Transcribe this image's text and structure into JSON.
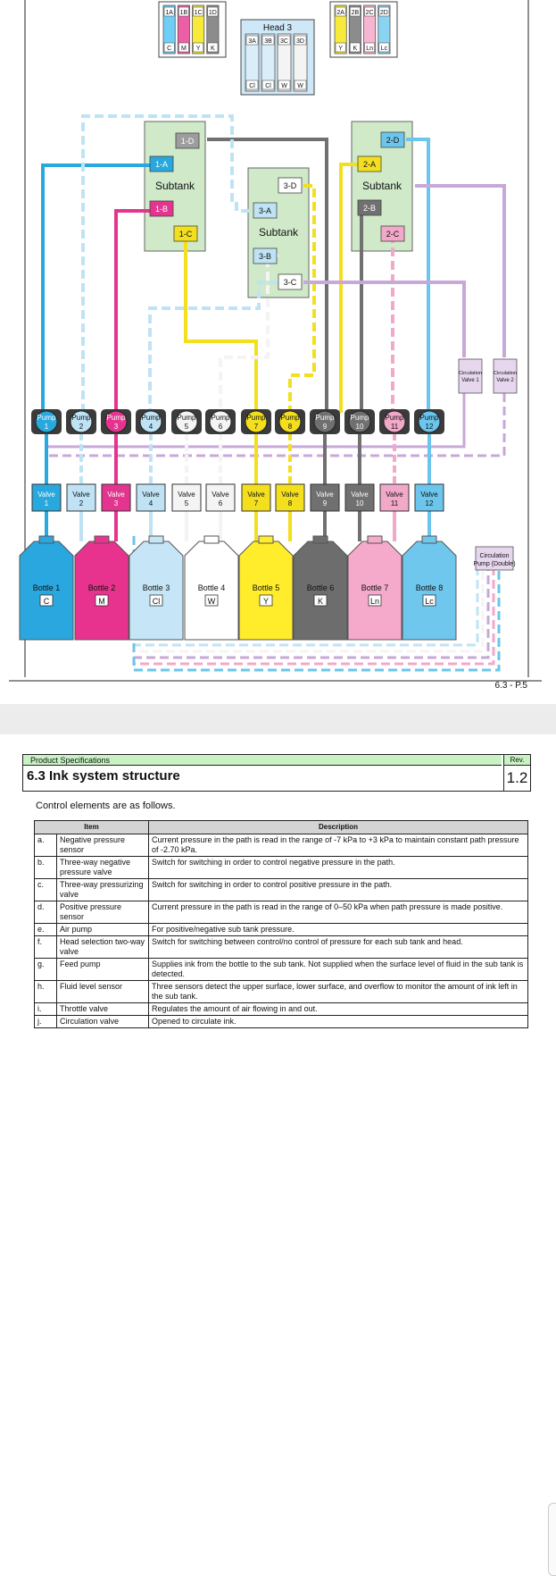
{
  "diagram": {
    "heads": [
      {
        "id": "head1",
        "ports": [
          "1A",
          "1B",
          "1C",
          "1D"
        ],
        "inks": [
          "C",
          "M",
          "Y",
          "K"
        ]
      },
      {
        "id": "head3",
        "title": "Head 3",
        "ports": [
          "3A",
          "3B",
          "3C",
          "3D"
        ],
        "inks": [
          "Cl",
          "Cl",
          "W",
          "W"
        ]
      },
      {
        "id": "head2",
        "ports": [
          "2A",
          "2B",
          "2C",
          "2D"
        ],
        "inks": [
          "Y",
          "K",
          "Ln",
          "Lc"
        ]
      }
    ],
    "subtank_label": "Subtank",
    "port_labels": [
      "1-D",
      "1-A",
      "1-B",
      "1-C",
      "3-D",
      "3-A",
      "3-B",
      "3-C",
      "2-D",
      "2-A",
      "2-B",
      "2-C"
    ],
    "circulation_valves": [
      [
        "Circulation",
        "Valve 1"
      ],
      [
        "Circulation",
        "Valve 2"
      ]
    ],
    "pumps": [
      [
        "Pump",
        "1"
      ],
      [
        "Pump",
        "2"
      ],
      [
        "Pump",
        "3"
      ],
      [
        "Pump",
        "4"
      ],
      [
        "Pump",
        "5"
      ],
      [
        "Pump",
        "6"
      ],
      [
        "Pump",
        "7"
      ],
      [
        "Pump",
        "8"
      ],
      [
        "Pump",
        "9"
      ],
      [
        "Pump",
        "10"
      ],
      [
        "Pump",
        "11"
      ],
      [
        "Pump",
        "12"
      ]
    ],
    "valves": [
      [
        "Valve",
        "1"
      ],
      [
        "Valve",
        "2"
      ],
      [
        "Valve",
        "3"
      ],
      [
        "Valve",
        "4"
      ],
      [
        "Valve",
        "5"
      ],
      [
        "Valve",
        "6"
      ],
      [
        "Valve",
        "7"
      ],
      [
        "Valve",
        "8"
      ],
      [
        "Valve",
        "9"
      ],
      [
        "Valve",
        "10"
      ],
      [
        "Valve",
        "11"
      ],
      [
        "Valve",
        "12"
      ]
    ],
    "bottles": [
      {
        "label": "Bottle 1",
        "ink": "C",
        "color": "#2aa7df"
      },
      {
        "label": "Bottle 2",
        "ink": "M",
        "color": "#e8338e"
      },
      {
        "label": "Bottle 3",
        "ink": "Cl",
        "color": "#c6e6f7"
      },
      {
        "label": "Bottle 4",
        "ink": "W",
        "color": "#ffffff"
      },
      {
        "label": "Bottle 5",
        "ink": "Y",
        "color": "#ffec2a"
      },
      {
        "label": "Bottle 6",
        "ink": "K",
        "color": "#6d6d6d"
      },
      {
        "label": "Bottle 7",
        "ink": "Ln",
        "color": "#f5a9cb"
      },
      {
        "label": "Bottle 8",
        "ink": "Lc",
        "color": "#6fc7ee"
      }
    ],
    "circulation_pump": [
      "Circulation",
      "Pump (Double)"
    ],
    "page_number": "6.3 - P.5"
  },
  "spec": {
    "header": "Product Specifications",
    "title": "6.3  Ink system structure",
    "rev_label": "Rev.",
    "rev_value": "1.2",
    "intro": "Control elements are as follows.",
    "col_item": "Item",
    "col_desc": "Description",
    "rows": [
      {
        "letter": "a.",
        "item": "Negative pressure sensor",
        "desc": "Current pressure in the path is read in the range of -7 kPa to +3 kPa to maintain constant path pressure of -2.70 kPa."
      },
      {
        "letter": "b.",
        "item": "Three-way negative pressure valve",
        "desc": "Switch for switching in order to control negative pressure in the path."
      },
      {
        "letter": "c.",
        "item": "Three-way pressurizing valve",
        "desc": "Switch for switching in order to control positive pressure in the path."
      },
      {
        "letter": "d.",
        "item": "Positive pressure sensor",
        "desc": "Current pressure in the path is read in the range of 0–50 kPa when path pressure is made positive."
      },
      {
        "letter": "e.",
        "item": "Air pump",
        "desc": "For positive/negative sub tank pressure."
      },
      {
        "letter": "f.",
        "item": "Head selection two-way valve",
        "desc": "Switch for switching between control/no control of pressure for each sub tank and head."
      },
      {
        "letter": "g.",
        "item": "Feed pump",
        "desc": "Supplies ink from the bottle to the sub tank. Not supplied when the surface level of fluid in the sub tank is detected."
      },
      {
        "letter": "h.",
        "item": "Fluid level sensor",
        "desc": "Three sensors detect the upper surface, lower surface, and overflow to monitor the amount of ink left in the sub tank."
      },
      {
        "letter": "i.",
        "item": "Throttle valve",
        "desc": "Regulates the amount of air flowing in and out."
      },
      {
        "letter": "j.",
        "item": "Circulation valve",
        "desc": "Opened to circulate ink."
      }
    ]
  }
}
